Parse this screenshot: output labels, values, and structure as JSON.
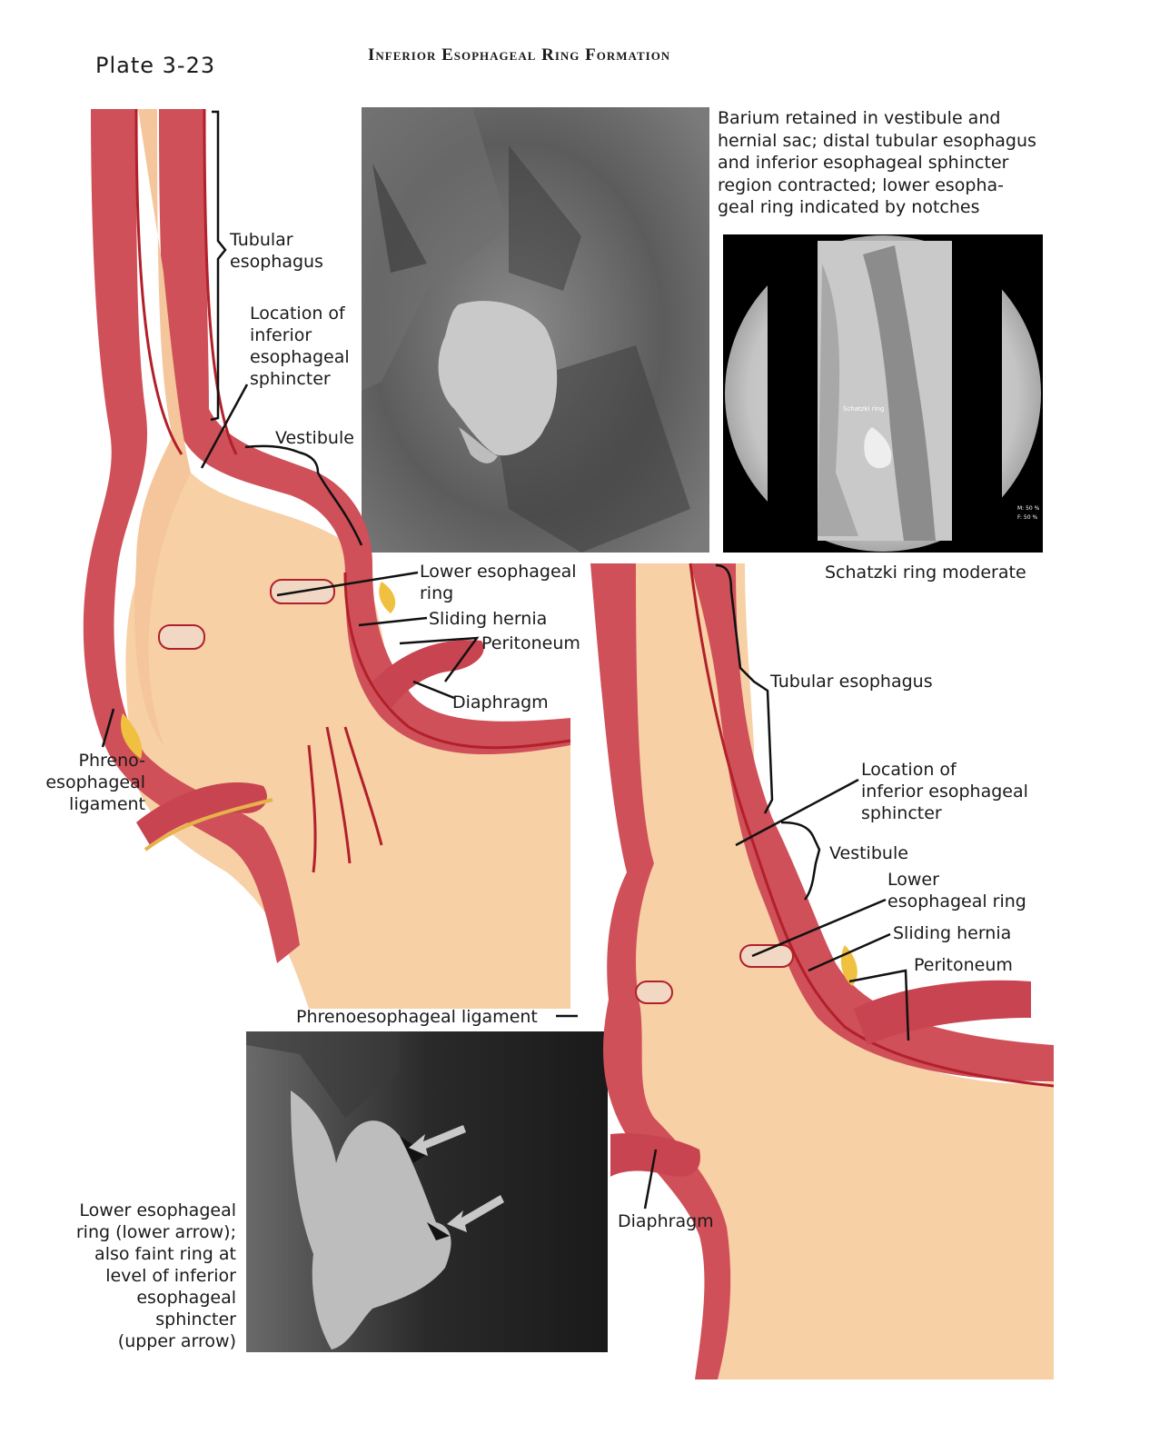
{
  "plate_label": "Plate 3-23",
  "title": "Inferior Esophageal Ring Formation",
  "labels": {
    "tubular_left": "Tubular\nesophagus",
    "location_left": "Location of\ninferior\nesophageal\nsphincter",
    "vestibule_left": "Vestibule",
    "lower_ring_left": "Lower esophageal\nring",
    "sliding_left": "Sliding hernia",
    "peritoneum_left": "Peritoneum",
    "diaphragm_left": "Diaphragm",
    "phreno_left": "Phreno-\nesophageal\nligament",
    "phreno_bottom": "Phrenoesophageal ligament",
    "tubular_right": "Tubular esophagus",
    "location_right": "Location of\ninferior esophageal\nsphincter",
    "vestibule_right": "Vestibule",
    "lower_ring_right": "Lower\nesophageal ring",
    "sliding_right": "Sliding hernia",
    "peritoneum_right": "Peritoneum",
    "diaphragm_right": "Diaphragm"
  },
  "captions": {
    "barium": "Barium retained in vestibule and\nhernial sac; distal tubular esophagus\nand inferior esophageal sphincter\nregion contracted; lower esopha-\ngeal ring indicated by notches",
    "schatzki": "Schatzki ring moderate",
    "lower_xray": "Lower esophageal\nring (lower arrow);\nalso faint ring at\nlevel of inferior\nesophageal\nsphincter\n(upper arrow)"
  },
  "fluoro_overlay": {
    "label_center": "Schatzki ring",
    "readout_1": "M: 50 %",
    "readout_2": "F: 50 %"
  },
  "colors": {
    "muscle": "#c94a4f",
    "mucosa": "#f6cfa8",
    "lumen": "#f8d3ab",
    "lining": "#b2202a",
    "fat": "#f0c040",
    "xray_dark": "#3a3a3a",
    "xray_light": "#c7c7c7"
  }
}
